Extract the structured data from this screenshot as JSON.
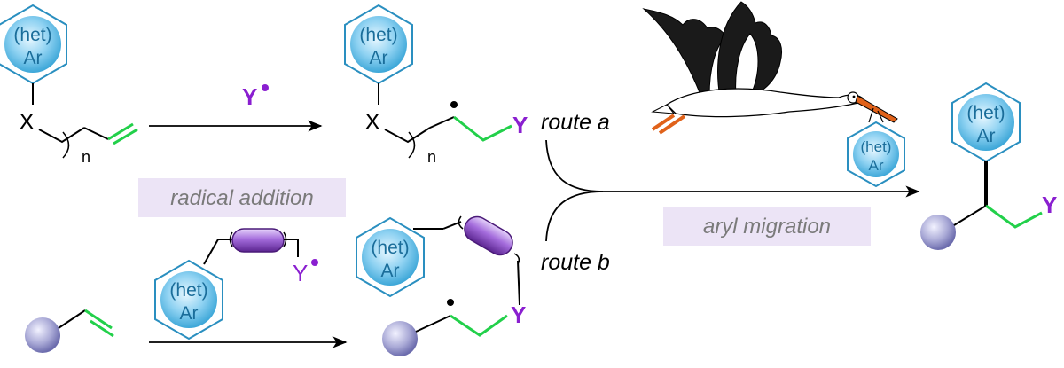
{
  "colors": {
    "bond": "#000000",
    "alkene": "#22d04a",
    "radical_y": "#8a1fd0",
    "ring_stroke": "#2a8fc0",
    "ring_text": "#1a6d9a",
    "label_bg": "#ece4f6",
    "label_text": "#7a7a7a",
    "bead": "#9c9cd0",
    "tether": "#7a45b5",
    "stork_beak": "#e0621a"
  },
  "ring": {
    "line1": "(het)",
    "line2": "Ar"
  },
  "atoms": {
    "x": "X",
    "y": "Y",
    "n": "n"
  },
  "labels": {
    "radical_addition": "radical addition",
    "aryl_migration": "aryl migration",
    "route_a": "route a",
    "route_b": "route b"
  },
  "icons": {
    "stork": "stork-icon",
    "sphere": "sphere-icon",
    "tether": "tether-capsule-icon",
    "arrow": "arrow-icon"
  }
}
